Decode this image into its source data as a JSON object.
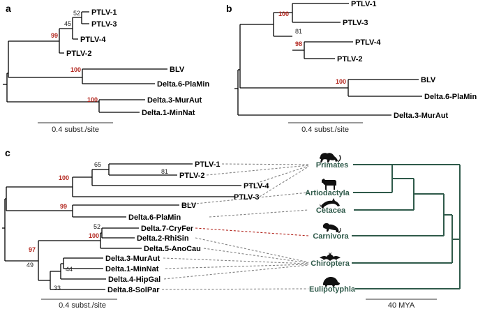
{
  "panels": {
    "a": {
      "letter": "a",
      "tips": [
        "PTLV-1",
        "PTLV-3",
        "PTLV-4",
        "PTLV-2",
        "BLV",
        "Delta.6-PlaMin",
        "Delta.3-MurAut",
        "Delta.1-MinNat"
      ],
      "support": [
        "52",
        "45",
        "99",
        "100",
        "100"
      ],
      "scale": "0.4 subst./site"
    },
    "b": {
      "letter": "b",
      "tips": [
        "PTLV-1",
        "PTLV-3",
        "PTLV-4",
        "PTLV-2",
        "BLV",
        "Delta.6-PlaMin",
        "Delta.3-MurAut"
      ],
      "support": [
        "100",
        "81",
        "98",
        "100"
      ],
      "scale": "0.4 subst./site"
    },
    "c": {
      "letter": "c",
      "tips": [
        "PTLV-1",
        "PTLV-2",
        "PTLV-4",
        "PTLV-3",
        "BLV",
        "Delta.6-PlaMin",
        "Delta.7-CryFer",
        "Delta.2-RhiSin",
        "Delta.5-AnoCau",
        "Delta.3-MurAut",
        "Delta.1-MinNat",
        "Delta.4-HipGal",
        "Delta.8-SolPar"
      ],
      "support": [
        "65",
        "81",
        "100",
        "99",
        "52",
        "100",
        "97",
        "49",
        "44",
        "33"
      ],
      "hosts": [
        "Primates",
        "Artiodactyla",
        "Cetacea",
        "Carnivora",
        "Chiroptera",
        "Eulipotyphla"
      ],
      "scale": "0.4 subst./site",
      "host_scale": "40 MYA"
    }
  },
  "colors": {
    "high_support": "#b3261e",
    "host_tree": "#2f5a4a",
    "association_link": "#808080",
    "carnivora_link": "#b3261e"
  },
  "icons": [
    "monkey-icon",
    "cow-icon",
    "dolphin-icon",
    "ferret-icon",
    "bat-icon",
    "hedgehog-icon"
  ]
}
